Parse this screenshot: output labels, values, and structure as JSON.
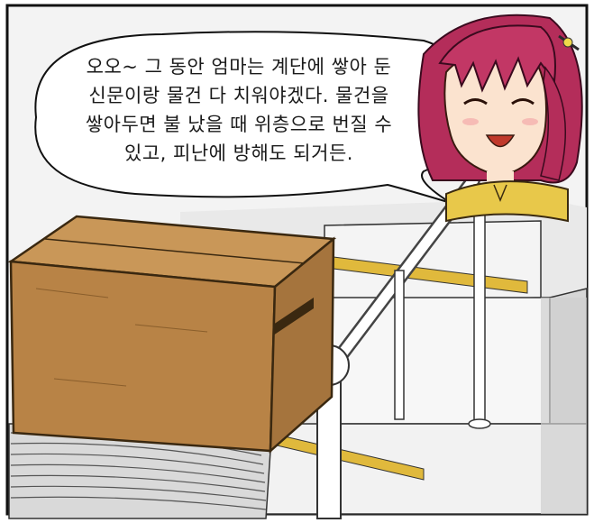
{
  "speech": {
    "lines": [
      "오오~ 그 동안 엄마는 계단에 쌓아 둔",
      "신문이랑 물건 다 치워야겠다. 물건을",
      "쌓아두면 불 났을 때 위층으로 번질 수",
      "있고, 피난에 방해도 되거든."
    ]
  },
  "colors": {
    "hair": "#b42d5a",
    "skin": "#fbe3cf",
    "collar": "#e8c84a",
    "box": "#c99758",
    "box_dark": "#a5743d",
    "stair_tread": "#e0b93c",
    "wall": "#f1f1f1",
    "newspaper": "#cfcfcf"
  }
}
